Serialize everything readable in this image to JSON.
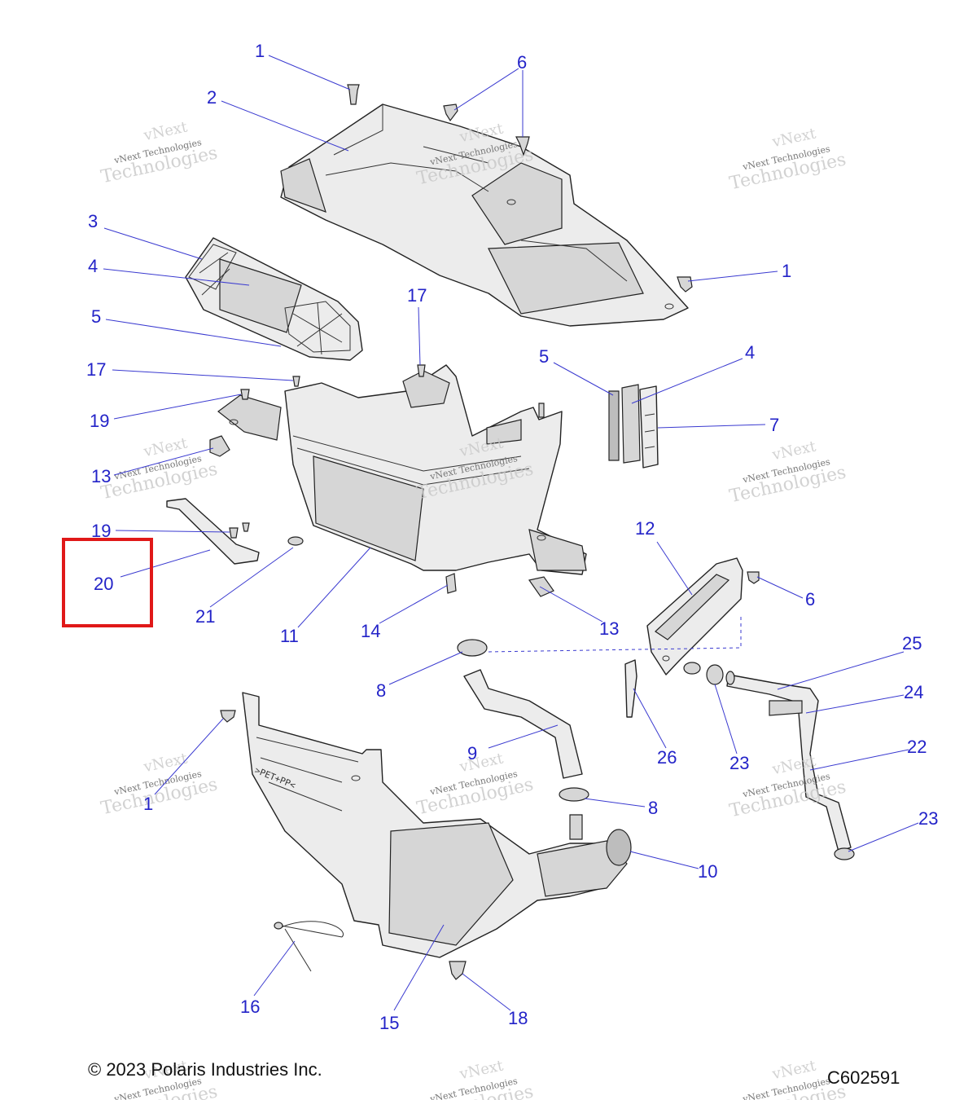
{
  "callouts": [
    {
      "number": "1",
      "ref": "top-fastener"
    },
    {
      "number": "2",
      "ref": "upper-cover"
    },
    {
      "number": "3",
      "ref": "filter-frame"
    },
    {
      "number": "4",
      "ref": "filter-element"
    },
    {
      "number": "5",
      "ref": "filter-frame-lower"
    },
    {
      "number": "6",
      "ref": "cover-fastener"
    },
    {
      "number": "1",
      "ref": "side-fastener"
    },
    {
      "number": "17",
      "ref": "center-screw"
    },
    {
      "number": "17",
      "ref": "left-screw"
    },
    {
      "number": "19",
      "ref": "left-bolt"
    },
    {
      "number": "13",
      "ref": "left-clip"
    },
    {
      "number": "19",
      "ref": "bracket-bolts"
    },
    {
      "number": "20",
      "ref": "bracket-strap"
    },
    {
      "number": "21",
      "ref": "grommet"
    },
    {
      "number": "11",
      "ref": "airbox-housing"
    },
    {
      "number": "14",
      "ref": "housing-clip"
    },
    {
      "number": "13",
      "ref": "right-clip"
    },
    {
      "number": "5",
      "ref": "side-frame"
    },
    {
      "number": "4",
      "ref": "side-filter"
    },
    {
      "number": "7",
      "ref": "side-seal"
    },
    {
      "number": "12",
      "ref": "resonator"
    },
    {
      "number": "6",
      "ref": "resonator-fastener"
    },
    {
      "number": "25",
      "ref": "vent-elbow"
    },
    {
      "number": "24",
      "ref": "vent-bracket"
    },
    {
      "number": "8",
      "ref": "upper-clamp"
    },
    {
      "number": "26",
      "ref": "cable-tie"
    },
    {
      "number": "23",
      "ref": "vent-clamp-upper"
    },
    {
      "number": "22",
      "ref": "vent-hose"
    },
    {
      "number": "9",
      "ref": "intake-hose"
    },
    {
      "number": "1",
      "ref": "lower-fastener"
    },
    {
      "number": "8",
      "ref": "lower-clamp"
    },
    {
      "number": "23",
      "ref": "vent-clamp-lower"
    },
    {
      "number": "10",
      "ref": "outlet-duct"
    },
    {
      "number": "16",
      "ref": "strap-tie"
    },
    {
      "number": "15",
      "ref": "lower-intake-duct"
    },
    {
      "number": "18",
      "ref": "drain-plug"
    }
  ],
  "part_marking": ">PET+PP<",
  "watermarks": [
    {
      "line1": "vNext",
      "line2": "vNext Technologies",
      "line3": "Technologies"
    },
    {
      "line1": "vNext",
      "line2": "vNext Technologies",
      "line3": "Technologies"
    },
    {
      "line1": "vNext",
      "line2": "vNext Technologies",
      "line3": "Technologies"
    },
    {
      "line1": "vNext",
      "line2": "vNext Technologies",
      "line3": "Technologies"
    },
    {
      "line1": "vNext",
      "line2": "vNext Technologies",
      "line3": "Technologies"
    },
    {
      "line1": "vNext",
      "line2": "vNext Technologies",
      "line3": "Technologies"
    },
    {
      "line1": "vNext",
      "line2": "vNext Technologies",
      "line3": "Technologies"
    },
    {
      "line1": "vNext",
      "line2": "vNext Technologies",
      "line3": "Technologies"
    },
    {
      "line1": "vNext",
      "line2": "vNext Technologies",
      "line3": "Technologies"
    },
    {
      "line1": "vNext",
      "line2": "vNext Technologies",
      "line3": "Technologies"
    },
    {
      "line1": "vNext",
      "line2": "vNext Technologies",
      "line3": "Technologies"
    },
    {
      "line1": "vNext",
      "line2": "vNext Technologies",
      "line3": "Technologies"
    }
  ],
  "footer": {
    "copyright": "© 2023 Polaris Industries Inc.",
    "drawing_id": "C602591"
  },
  "highlight": {
    "target_callout": "20",
    "color": "#e01818"
  },
  "colors": {
    "callout": "#2323c8",
    "outline": "#222222",
    "fill": "#ececec"
  }
}
